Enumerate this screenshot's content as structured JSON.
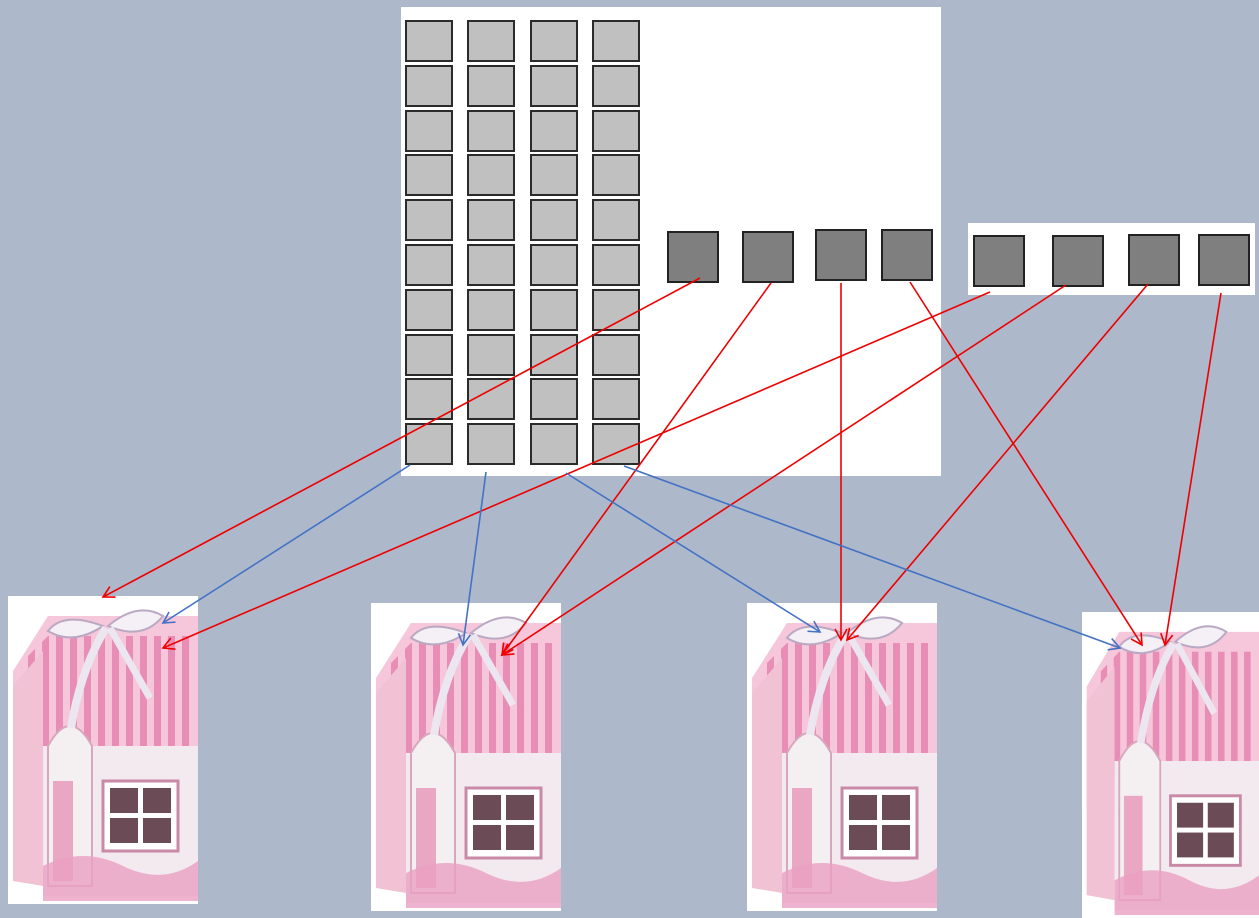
{
  "diagram": {
    "grid": {
      "columns": 4,
      "rows": 10
    },
    "large_panel_dark_squares": 4,
    "small_panel_dark_squares": 4,
    "houses": 4,
    "colors": {
      "background": "#adb9cb",
      "grid_cell": "#c0c0c0",
      "dark_square": "#7f7f7f",
      "red_arrow": "#ee0000",
      "blue_arrow": "#4472c4",
      "house_pink": "#e88db5",
      "house_light_pink": "#f6c6da",
      "house_wall": "#f2eaee"
    }
  }
}
